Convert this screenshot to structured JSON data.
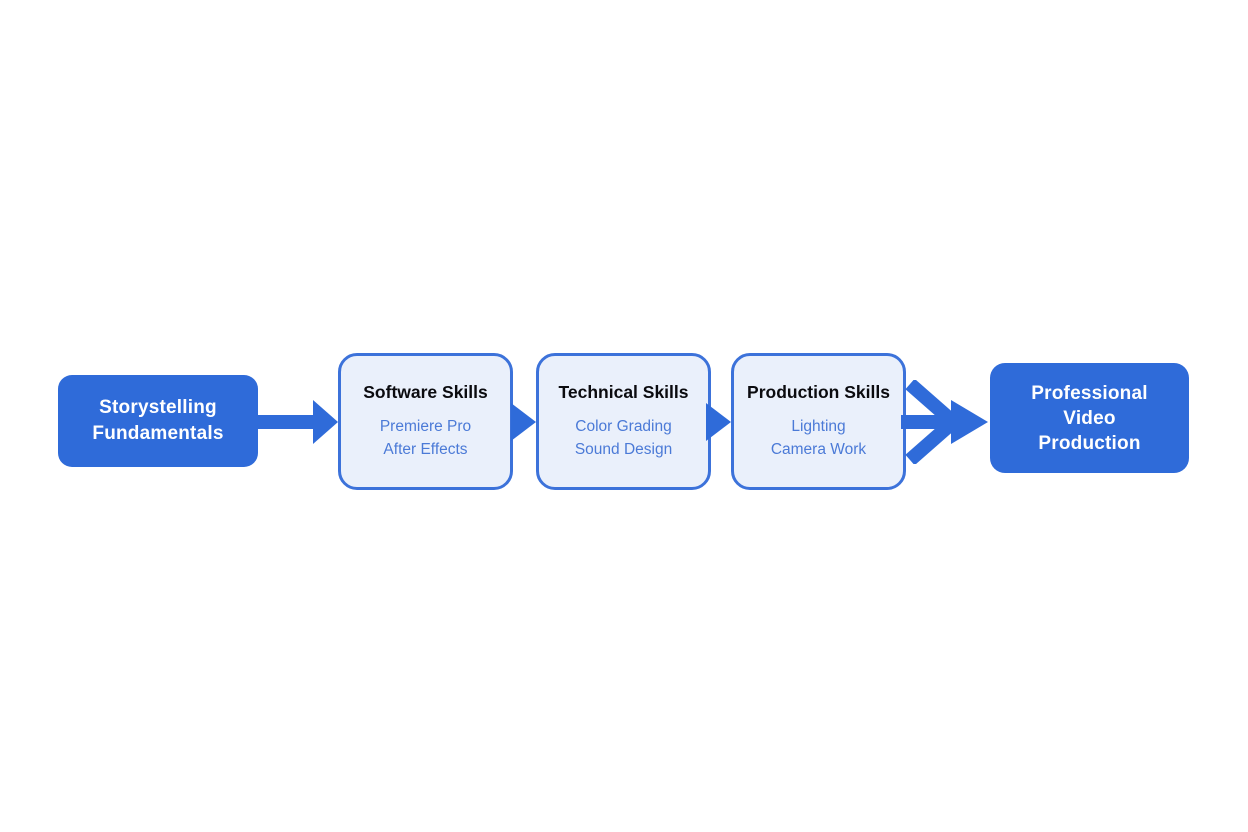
{
  "colors": {
    "background": "#ffffff",
    "primary_blue": "#2f6bd9",
    "box_border": "#3c72da",
    "box_fill": "#eaf0fb",
    "stage_title": "#0b0b0f",
    "stage_item": "#4b7ad7",
    "node_text": "#ffffff"
  },
  "nodes": {
    "start": {
      "lines": [
        "Storystelling",
        "Fundamentals"
      ]
    },
    "end": {
      "lines": [
        "Professional",
        "Video",
        "Production"
      ]
    }
  },
  "stages": [
    {
      "title": "Software Skills",
      "items": [
        "Premiere Pro",
        "After Effects"
      ]
    },
    {
      "title": "Technical Skills",
      "items": [
        "Color Grading",
        "Sound Design"
      ]
    },
    {
      "title": "Production Skills",
      "items": [
        "Lighting",
        "Camera Work"
      ]
    }
  ],
  "icons": {
    "straight_arrow": "arrow-right",
    "stage_connector": "triangle-right",
    "merge_arrow": "merge-arrow-right"
  }
}
